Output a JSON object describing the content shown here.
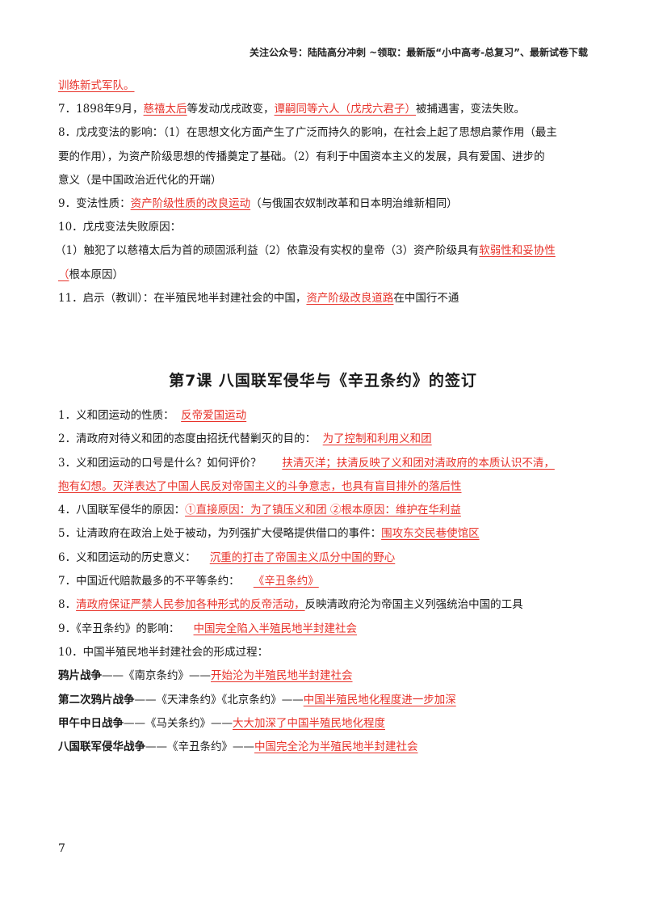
{
  "header": {
    "text": "关注公众号：陆陆高分冲刺  ~领取：最新版“小中高考-总复习”、最新试卷下载"
  },
  "section1": {
    "l0": {
      "r": "训练新式军队。"
    },
    "l7": {
      "a": "7．1898年9月，",
      "r1": "慈禧太后",
      "b": "等发动戊戌政变，",
      "r2": "谭嗣同等六人（戊戌六君子）",
      "c": "被捕遇害，变法失败。"
    },
    "l8a": {
      "t": "8．戊戌变法的影响：（1）在思想文化方面产生了广泛而持久的影响，在社会上起了思想启蒙作用（最主"
    },
    "l8b": {
      "t": "要的作用），为资产阶级思想的传播奠定了基础。（2）有利于中国资本主义的发展，具有爱国、进步的"
    },
    "l8c": {
      "t": "意义（是中国政治近代化的开端）"
    },
    "l9": {
      "a": "9．变法性质：",
      "r": "资产阶级性质的改良运动",
      "b": "（与俄国农奴制改革和日本明治维新相同）"
    },
    "l10": {
      "t": "10．戊戌变法失败原因："
    },
    "l10a": {
      "a": "（1）触犯了以慈禧太后为首的顽固派利益（2）依靠没有实权的皇帝（3）资产阶级具有",
      "r": "软弱性和妥协性"
    },
    "l10b": {
      "r": "（",
      "a": "根本原因）"
    },
    "l11": {
      "a": "11．启示（教训）：在半殖民地半封建社会的中国，",
      "r": "资产阶级改良道路",
      "b": "在中国行不通"
    }
  },
  "title": "第7课  八国联军侵华与《辛丑条约》的签订",
  "section2": {
    "q1": {
      "a": "1．义和团运动的性质：  ",
      "r": "反帝爱国运动"
    },
    "q2": {
      "a": "2．清政府对待义和团的态度由招抚代替剿灭的目的：  ",
      "r": "为了控制和利用义和团"
    },
    "q3": {
      "a": "3．义和团运动的口号是什么？如何评价？      ",
      "r": "扶清灭洋；扶清反映了义和团对清政府的本质认识不清，"
    },
    "q3b": {
      "r": "抱有幻想。灭洋表达了中国人民反对帝国主义的斗争意志，也具有盲目排外的落后性"
    },
    "q4": {
      "a": "4．八国联军侵华的原因：",
      "r": "①直接原因：为了镇压义和团 ②根本原因：维护在华利益"
    },
    "q5": {
      "a": "5．让清政府在政治上处于被动，为列强扩大侵略提供借口的事件：",
      "r": "围攻东交民巷使馆区"
    },
    "q6": {
      "a": "6．义和团运动的历史意义：    ",
      "r": "沉重的打击了帝国主义瓜分中国的野心"
    },
    "q7": {
      "a": "7．中国近代赔款最多的不平等条约：    ",
      "r": "《辛丑条约》"
    },
    "q8": {
      "a": "8．",
      "r": "清政府保证严禁人民参加各种形式的反帝活动，",
      "b": "反映清政府沦为帝国主义列强统治中国的工具"
    },
    "q9": {
      "a": "9．《辛丑条约》的影响：    ",
      "r": "中国完全陷入半殖民地半封建社会"
    },
    "q10": {
      "t": "10．中国半殖民地半封建社会的形成过程："
    },
    "p1": {
      "b": "鸦片战争",
      "a": "——《南京条约》——",
      "r": "开始沦为半殖民地半封建社会"
    },
    "p2": {
      "b": "第二次鸦片战争",
      "a": "——《天津条约》《北京条约》——",
      "r": "中国半殖民地化程度进一步加深"
    },
    "p3": {
      "b": "甲午中日战争",
      "a": "——《马关条约》——",
      "r": "大大加深了中国半殖民地化程度"
    },
    "p4": {
      "b": "八国联军侵华战争",
      "a": "——《辛丑条约》——",
      "r": "中国完全沦为半殖民地半封建社会"
    }
  },
  "page_number": "7"
}
